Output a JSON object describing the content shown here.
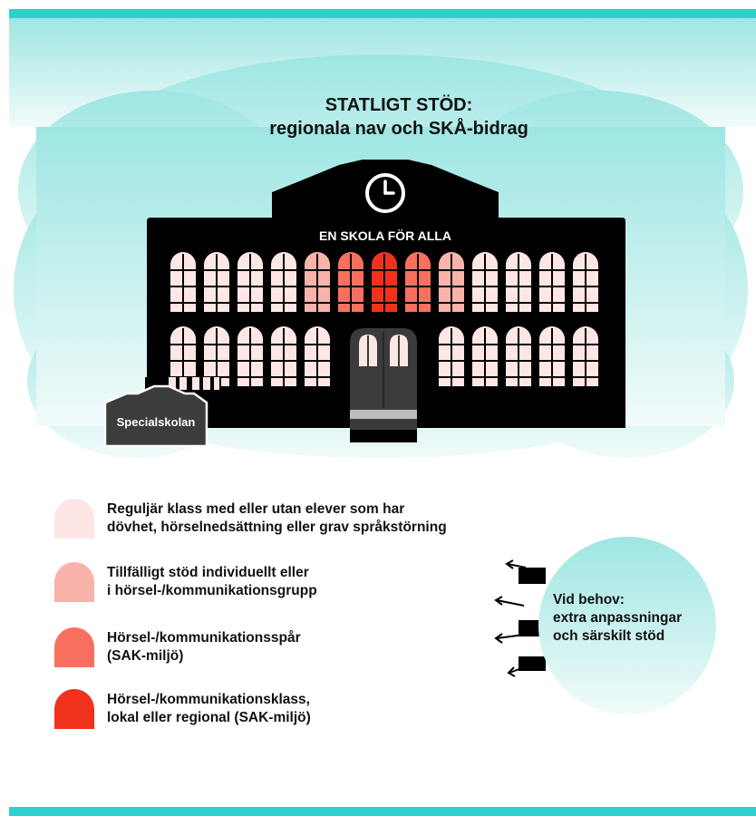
{
  "header": {
    "title_line1": "STATLIGT STÖD:",
    "title_line2": "regionala nav och SKÅ-bidrag"
  },
  "school": {
    "motto": "EN SKOLA FÖR ALLA",
    "annex_label": "Specialskolan"
  },
  "legend": [
    {
      "color": "#fde6e4",
      "line1": "Reguljär klass med eller utan elever som har",
      "line2": "dövhet, hörselnedsättning eller grav språkstörning"
    },
    {
      "color": "#f9b3aa",
      "line1": "Tillfälligt stöd individuellt eller",
      "line2": "i hörsel-/kommunikationsgrupp"
    },
    {
      "color": "#f7705f",
      "line1": "Hörsel-/kommunikationsspår",
      "line2": "(SAK-miljö)"
    },
    {
      "color": "#f0321c",
      "line1": "Hörsel-/kommunikationsklass,",
      "line2": "lokal eller regional (SAK-miljö)"
    }
  ],
  "extra_support": {
    "line1": "Vid behov:",
    "line2": "extra anpassningar",
    "line3": "och särskilt stöd"
  },
  "colors": {
    "accent_bar": "#2ed1cc",
    "cloud_top": "#9ee6e3",
    "cloud_bottom": "#f1fbfa",
    "building": "#000000",
    "door": "#3b3b3b"
  }
}
